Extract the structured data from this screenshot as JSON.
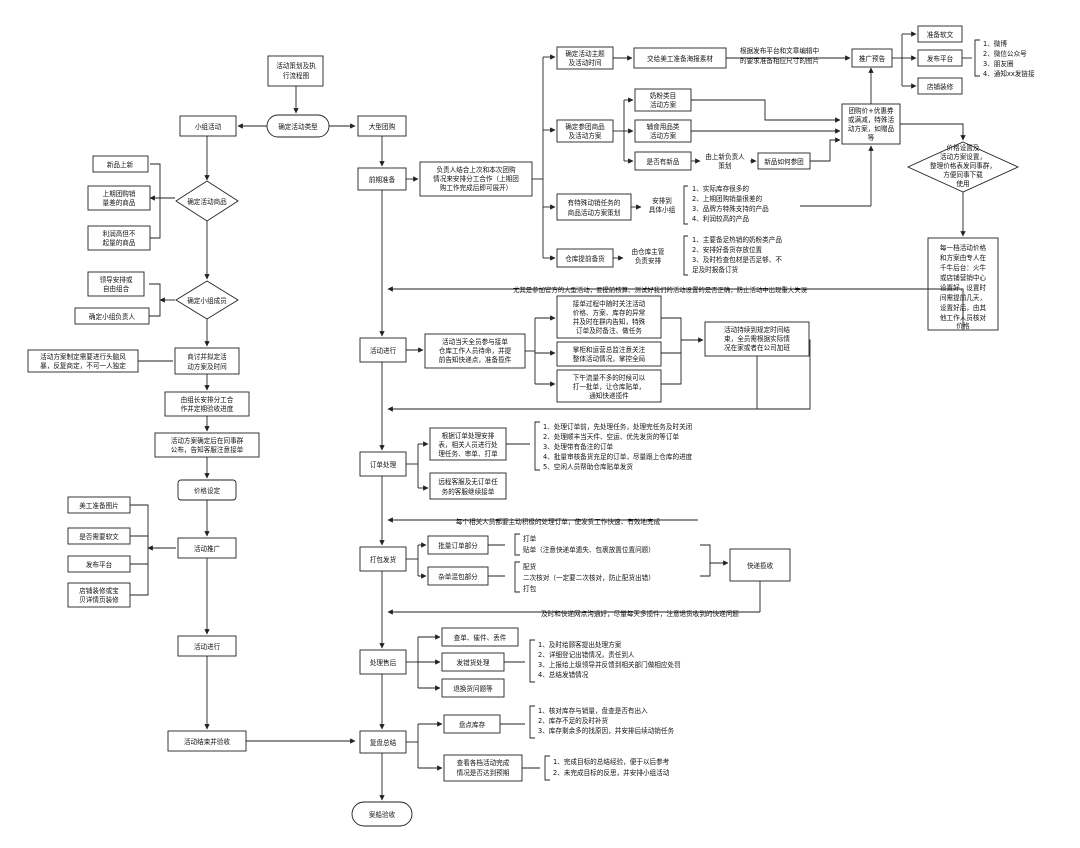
{
  "nodes": {
    "title": [
      "活动策划及执",
      "行流程图"
    ],
    "decide_type": "确定活动类型",
    "small_activity": "小组活动",
    "large_buy": "大型团购",
    "new_product": "新品上新",
    "last_sales": [
      "上期团购销",
      "量差的商品"
    ],
    "low_profit": [
      "利润高但不",
      "起量的商品"
    ],
    "confirm_product": "确定活动商品",
    "leader_arrange": [
      "领导安排或",
      "自由组合"
    ],
    "confirm_owner": "确定小组负责人",
    "confirm_members": "确定小组成员",
    "plan_note": [
      "活动方案制定需要进行头脑风",
      "暴，反复商定，不可一人独定"
    ],
    "discuss_plan": [
      "商讨并拟定活",
      "动方案及时间"
    ],
    "leader_assign": [
      "由组长安排分工合",
      "作并定期验收进度"
    ],
    "announce": [
      "活动方案确定后在同事群",
      "公布，告知客服注意接单"
    ],
    "price_set": "价格设定",
    "art_images": "美工准备图片",
    "need_copy": "是否需要软文",
    "publish_platform": "发布平台",
    "store_decor": [
      "店铺装修或宝",
      "贝详情页装修"
    ],
    "promotion": "活动推广",
    "activity_run_left": "活动进行",
    "activity_end": "活动结束并验收",
    "prep": "前期准备",
    "prep_desc": [
      "负责人结合上次和本次团购",
      "情况来安排分工合作（上期团",
      "购工作完成后即可展开）"
    ],
    "confirm_theme": [
      "确定活动主题",
      "及活动时间"
    ],
    "to_art": "交给美工准备海报素材",
    "art_note": [
      "根据发布平台和文章编辑中",
      "的要求准备相应尺寸的图片"
    ],
    "promo_forecast": "推广预告",
    "prepare_copy": "准备软文",
    "platforms": "发布平台",
    "store_decoration": "店铺装修",
    "platform_list": [
      "1、微博",
      "2、微信公众号",
      "3、朋友圈",
      "4、通知xx发链接"
    ],
    "confirm_goods": [
      "确定参团商品",
      "及活动方案"
    ],
    "milk_category": [
      "奶粉类目",
      "活动方案"
    ],
    "aux_category": [
      "辅食用品类",
      "活动方案"
    ],
    "has_new": "是否有新品",
    "new_owner": [
      "由上新负责人",
      "策划"
    ],
    "new_join": "新品如何参团",
    "group_price": [
      "团购价+优惠券",
      "或满减，特殊活",
      "动方案，如赠品",
      "等"
    ],
    "special_task": [
      "有特殊动销任务的",
      "商品活动方案策划"
    ],
    "arrange_group": [
      "安排到",
      "具体小组"
    ],
    "special_list": [
      "1、实际库存很多的",
      "2、上期团购销量很差的",
      "3、品牌方特殊支持的产品",
      "4、利润较高的产品"
    ],
    "warehouse": "仓库提前备货",
    "warehouse_owner": [
      "由仓库主管",
      "负责安排"
    ],
    "warehouse_list": [
      "1、主要备足热销的奶粉类产品",
      "2、安排好备货存放位置",
      "3、及时检查包材是否足够、不",
      "   足及时报备订货"
    ],
    "price_diamond": [
      "价格设置及",
      "活动方案设置，",
      "整理价格表发同事群，",
      "方便同事下载",
      "使用"
    ],
    "price_owner": [
      "每一档活动价格",
      "和方案由专人在",
      "千牛后台：火牛",
      "或店铺营销中心",
      "设置好，设置时",
      "间需提前几天，",
      "设置好后，由其",
      "他工作人员核对",
      "价格"
    ],
    "large_note": "尤其是参加官方的大型活动，要提前核算、测试好我们的活动设置的是否正确，防止活动中出现重大失误",
    "activity_run": "活动进行",
    "run_desc": [
      "活动当天全员参与接单",
      "仓库工作人员待命，并提",
      "前告知快递点，准备揽件"
    ],
    "run_a": [
      "接单过程中随时关注活动",
      "价格、方案、库存的异常",
      "并及时在群内告知，特殊",
      "订单及时备注、做任务"
    ],
    "run_b": [
      "掌柜和运营总监注意关注",
      "整体活动情况，掌控全局"
    ],
    "run_c": [
      "下午流量不多的时候可以",
      "打一批单，让仓库贴单，",
      "通知快递揽件"
    ],
    "run_end": [
      "活动持续到规定时间结",
      "束，全员需根据实际情",
      "况在家或者在公司加班"
    ],
    "orders": "订单处理",
    "order_a": [
      "根据订单处理安排",
      "表，相关人员进行处",
      "理任务、审单、打单"
    ],
    "order_b": [
      "远程客服及无订单任",
      "务的客服继续接单"
    ],
    "order_list": [
      "1、处理订单前，先处理任务，处理完任务及时关闭",
      "2、处理顺丰当天件、空运、优先发货的等订单",
      "3、处理带有备注的订单",
      "4、批量审核备货充足的订单，尽量跟上仓库的进度",
      "5、空闲人员帮助仓库贴单发货"
    ],
    "order_note": "每个相关人员都要主动积极的处理订单，使发货工作快速、有效地完成",
    "pack": "打包发货",
    "bulk_order": "批量订单部分",
    "mixed_order": "杂单混包部分",
    "bulk_steps": [
      "打单",
      "贴单（注意快递单遗失、包裹放置位置问题）"
    ],
    "mixed_steps": [
      "配货",
      "二次核对（一定要二次核对，防止配货出错）",
      "打包"
    ],
    "express": "快递揽收",
    "express_note": "及时和快递网点沟通好，尽量每天多揽件，注意退货收到的快递问题",
    "aftersale": "处理售后",
    "as_a": "查单、催件、丢件",
    "as_b": "发错货处理",
    "as_c": "退换货问题等",
    "as_list": [
      "1、及时给顾客提出处理方案",
      "2、详细登记出错情况，责任到人",
      "3、上报给上级领导并反馈到相关部门做相应处罚",
      "4、总结发错情况"
    ],
    "review": "复盘总结",
    "inventory": "盘点库存",
    "inv_list": [
      "1、核对库存与销量，盘查是否有出入",
      "2、库存不足的及时补货",
      "3、库存剩余多的找原因，并安排后续动销任务"
    ],
    "check_goals": [
      "查看各档活动完成",
      "情况是否达到预期"
    ],
    "goal_list": [
      "1、完成目标的总结经验，便于以后参考",
      "2、未完成目标的反思，并安排小组活动"
    ],
    "final_check": "案船验收"
  }
}
